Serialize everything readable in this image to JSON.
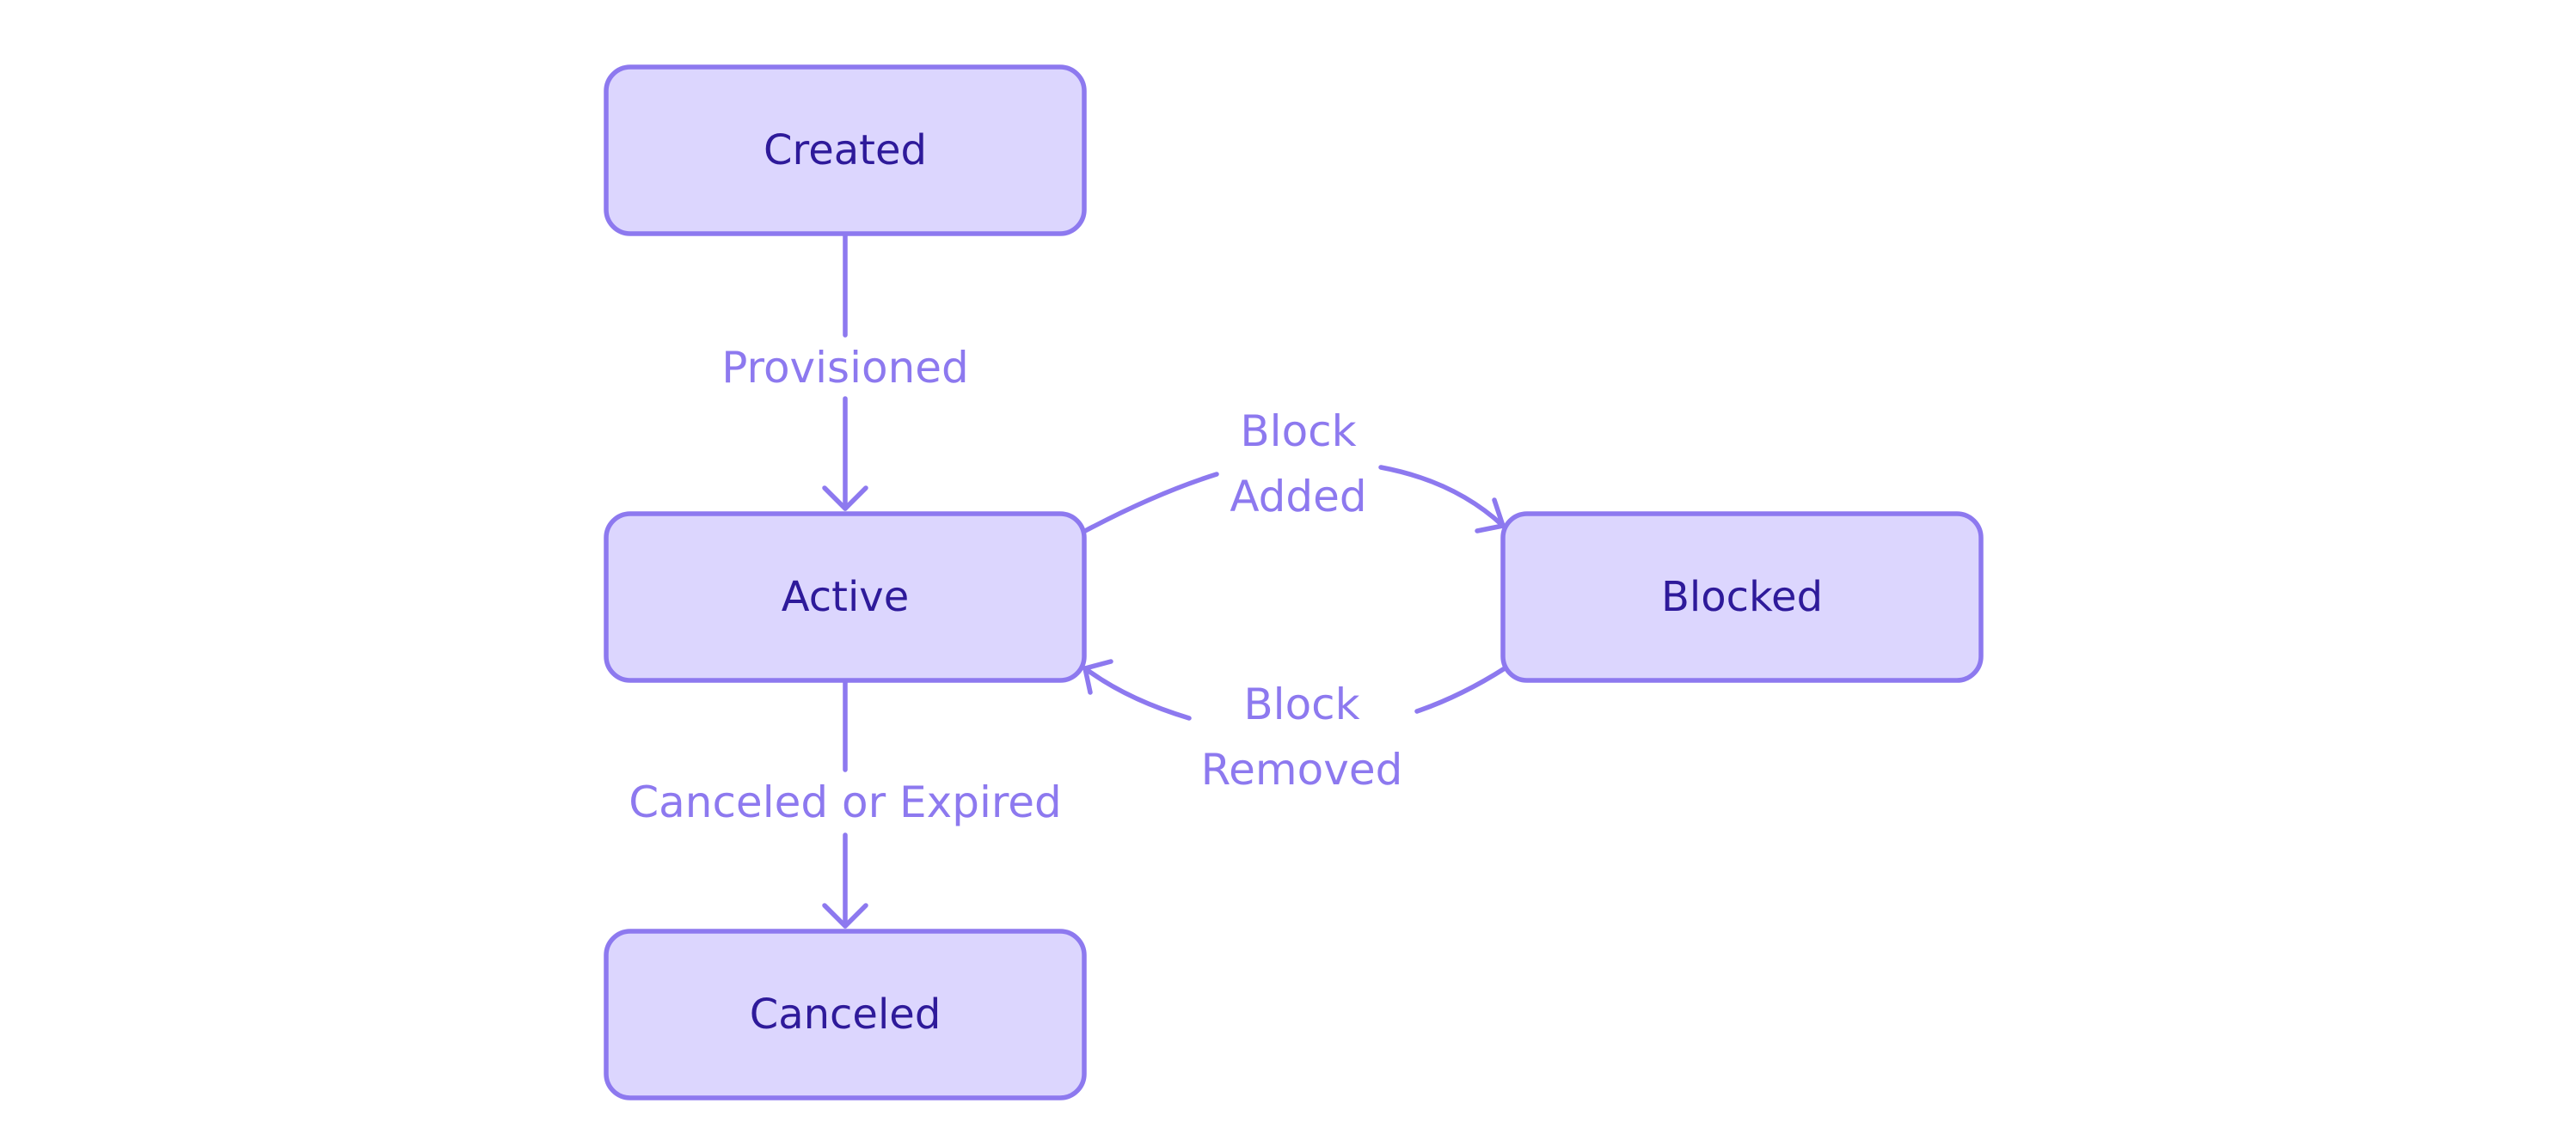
{
  "diagram": {
    "type": "state-diagram",
    "colors": {
      "node_fill": "#dcd6fe",
      "node_stroke": "#8d79ef",
      "node_text": "#2e1a9a",
      "edge": "#8d79ef",
      "edge_label": "#8d79ef"
    },
    "states": {
      "created": "Created",
      "active": "Active",
      "blocked": "Blocked",
      "canceled": "Canceled"
    },
    "transitions": {
      "provisioned": {
        "from": "Created",
        "to": "Active",
        "label": "Provisioned"
      },
      "block_added": {
        "from": "Active",
        "to": "Blocked",
        "label_line1": "Block",
        "label_line2": "Added"
      },
      "block_removed": {
        "from": "Blocked",
        "to": "Active",
        "label_line1": "Block",
        "label_line2": "Removed"
      },
      "canceled_or_expired": {
        "from": "Active",
        "to": "Canceled",
        "label": "Canceled or Expired"
      }
    }
  }
}
